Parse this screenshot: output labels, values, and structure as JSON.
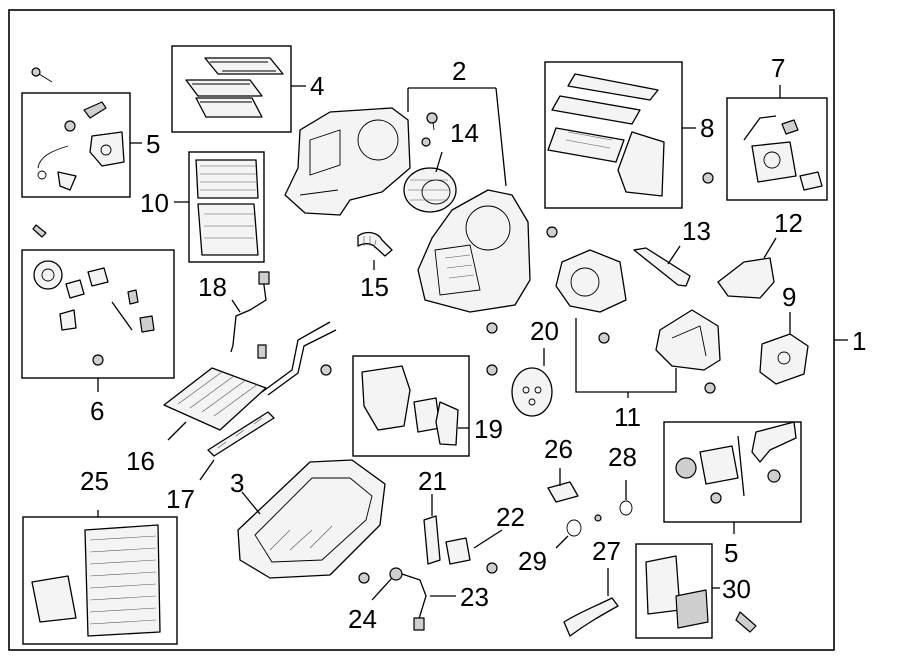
{
  "diagram": {
    "callouts": [
      {
        "id": "c1",
        "text": "1"
      },
      {
        "id": "c2",
        "text": "2"
      },
      {
        "id": "c3",
        "text": "3"
      },
      {
        "id": "c4",
        "text": "4"
      },
      {
        "id": "c5a",
        "text": "5"
      },
      {
        "id": "c5b",
        "text": "5"
      },
      {
        "id": "c6",
        "text": "6"
      },
      {
        "id": "c7",
        "text": "7"
      },
      {
        "id": "c8",
        "text": "8"
      },
      {
        "id": "c9",
        "text": "9"
      },
      {
        "id": "c10",
        "text": "10"
      },
      {
        "id": "c11",
        "text": "11"
      },
      {
        "id": "c12",
        "text": "12"
      },
      {
        "id": "c13",
        "text": "13"
      },
      {
        "id": "c14",
        "text": "14"
      },
      {
        "id": "c15",
        "text": "15"
      },
      {
        "id": "c16",
        "text": "16"
      },
      {
        "id": "c17",
        "text": "17"
      },
      {
        "id": "c18",
        "text": "18"
      },
      {
        "id": "c19",
        "text": "19"
      },
      {
        "id": "c20",
        "text": "20"
      },
      {
        "id": "c21",
        "text": "21"
      },
      {
        "id": "c22",
        "text": "22"
      },
      {
        "id": "c23",
        "text": "23"
      },
      {
        "id": "c24",
        "text": "24"
      },
      {
        "id": "c25",
        "text": "25"
      },
      {
        "id": "c26",
        "text": "26"
      },
      {
        "id": "c27",
        "text": "27"
      },
      {
        "id": "c28",
        "text": "28"
      },
      {
        "id": "c29",
        "text": "29"
      },
      {
        "id": "c30",
        "text": "30"
      }
    ]
  }
}
